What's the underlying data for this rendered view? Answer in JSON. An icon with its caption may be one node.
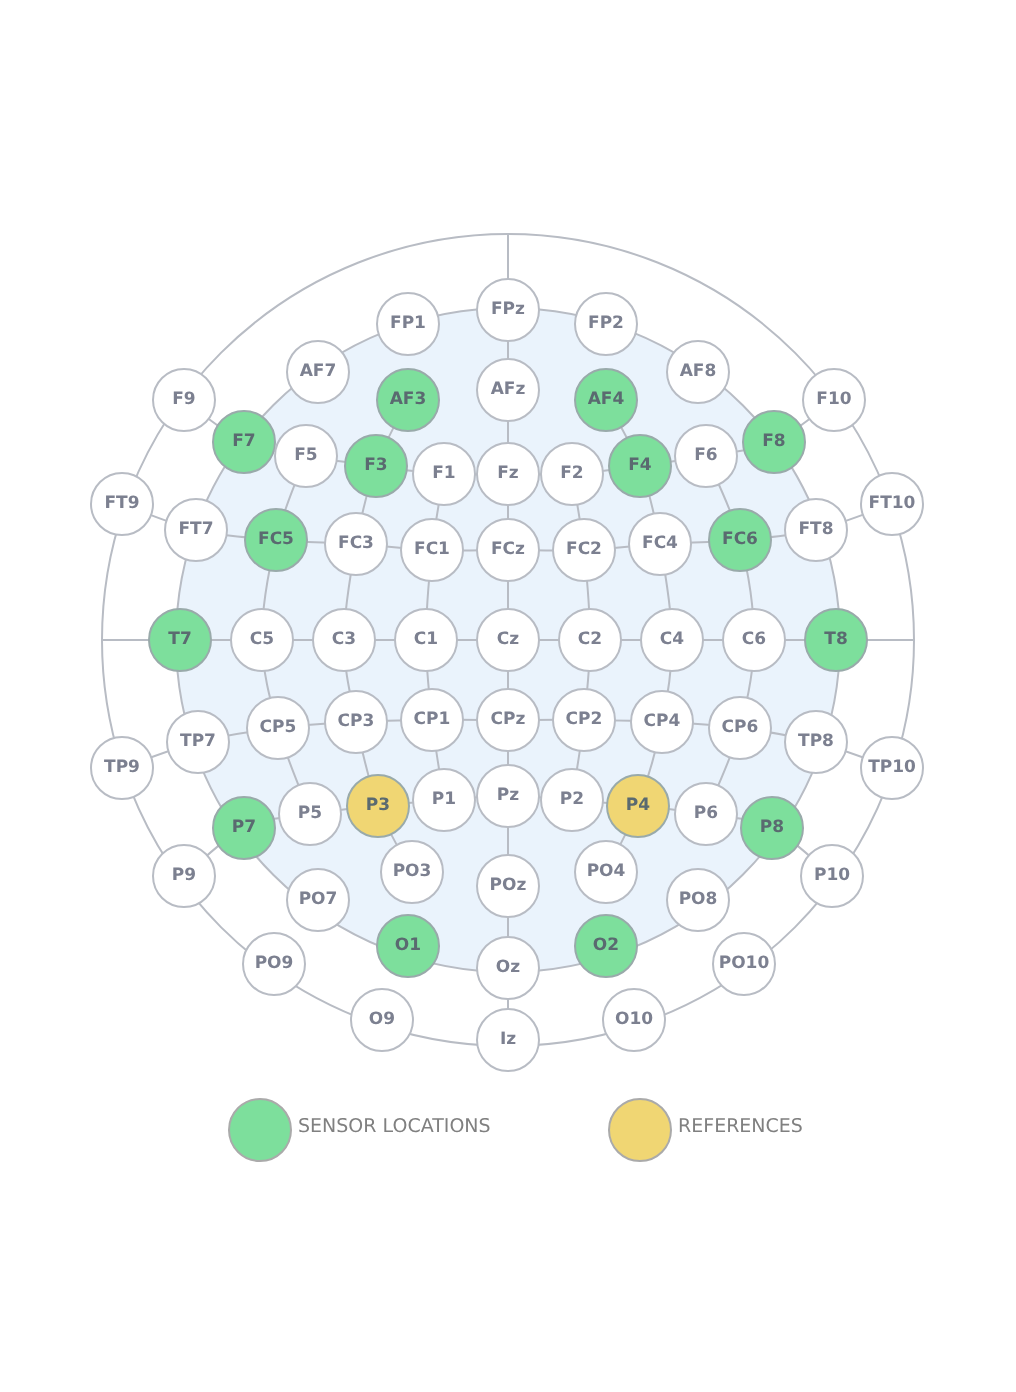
{
  "diagram": {
    "nodes": [
      {
        "text": [
          "FP1"
        ]
      },
      {
        "text": [
          "FPz"
        ]
      },
      {
        "text": [
          "FP2"
        ]
      },
      {
        "text": [
          "AF7"
        ]
      },
      {
        "text": [
          "AF3"
        ]
      },
      {
        "text": [
          "AFz"
        ]
      },
      {
        "text": [
          "AF4"
        ]
      },
      {
        "text": [
          "AF8"
        ]
      },
      {
        "text": [
          "F9"
        ]
      },
      {
        "text": [
          "F7"
        ]
      },
      {
        "text": [
          "F5"
        ]
      },
      {
        "text": [
          "F3"
        ]
      },
      {
        "text": [
          "F1"
        ]
      },
      {
        "text": [
          "Fz"
        ]
      },
      {
        "text": [
          "F2"
        ]
      },
      {
        "text": [
          "F4"
        ]
      },
      {
        "text": [
          "F6"
        ]
      },
      {
        "text": [
          "F8"
        ]
      },
      {
        "text": [
          "F10"
        ]
      },
      {
        "text": [
          "FT9"
        ]
      },
      {
        "text": [
          "FT7"
        ]
      },
      {
        "text": [
          "FC5"
        ]
      },
      {
        "text": [
          "FC3"
        ]
      },
      {
        "text": [
          "FC1"
        ]
      },
      {
        "text": [
          "FCz"
        ]
      },
      {
        "text": [
          "FC2"
        ]
      },
      {
        "text": [
          "FC4"
        ]
      },
      {
        "text": [
          "FC6"
        ]
      },
      {
        "text": [
          "FT8"
        ]
      },
      {
        "text": [
          "FT10"
        ]
      },
      {
        "text": [
          "T7"
        ]
      },
      {
        "text": [
          "C5"
        ]
      },
      {
        "text": [
          "C3"
        ]
      },
      {
        "text": [
          "C1"
        ]
      },
      {
        "text": [
          "Cz"
        ]
      },
      {
        "text": [
          "C2"
        ]
      },
      {
        "text": [
          "C4"
        ]
      },
      {
        "text": [
          "C6"
        ]
      },
      {
        "text": [
          "T8"
        ]
      },
      {
        "text": [
          "TP9"
        ]
      },
      {
        "text": [
          "TP7"
        ]
      },
      {
        "text": [
          "CP5"
        ]
      },
      {
        "text": [
          "CP3"
        ]
      },
      {
        "text": [
          "CP1"
        ]
      },
      {
        "text": [
          "CPz"
        ]
      },
      {
        "text": [
          "CP2"
        ]
      },
      {
        "text": [
          "CP4"
        ]
      },
      {
        "text": [
          "CP6"
        ]
      },
      {
        "text": [
          "TP8"
        ]
      },
      {
        "text": [
          "TP10"
        ]
      },
      {
        "text": [
          "P7"
        ]
      },
      {
        "text": [
          "P5"
        ]
      },
      {
        "text": [
          "P3"
        ]
      },
      {
        "text": [
          "P1"
        ]
      },
      {
        "text": [
          "Pz"
        ]
      },
      {
        "text": [
          "P2"
        ]
      },
      {
        "text": [
          "P4"
        ]
      },
      {
        "text": [
          "P6"
        ]
      },
      {
        "text": [
          "P8"
        ]
      },
      {
        "text": [
          "P9"
        ]
      },
      {
        "text": [
          "PO7"
        ]
      },
      {
        "text": [
          "PO3"
        ]
      },
      {
        "text": [
          "POz"
        ]
      },
      {
        "text": [
          "PO4"
        ]
      },
      {
        "text": [
          "PO8"
        ]
      },
      {
        "text": [
          "P10"
        ]
      },
      {
        "text": [
          "PO9"
        ]
      },
      {
        "text": [
          "O1"
        ]
      },
      {
        "text": [
          "Oz"
        ]
      },
      {
        "text": [
          "O2"
        ]
      },
      {
        "text": [
          "PO10"
        ]
      },
      {
        "text": [
          "O9"
        ]
      },
      {
        "text": [
          "Iz"
        ]
      },
      {
        "text": [
          "O10"
        ]
      }
    ],
    "legend": [
      {
        "text": "SENSOR LOCATIONS",
        "color": "#7ddf9c"
      },
      {
        "text": "REFERENCES",
        "color": "#f0d673"
      }
    ]
  }
}
